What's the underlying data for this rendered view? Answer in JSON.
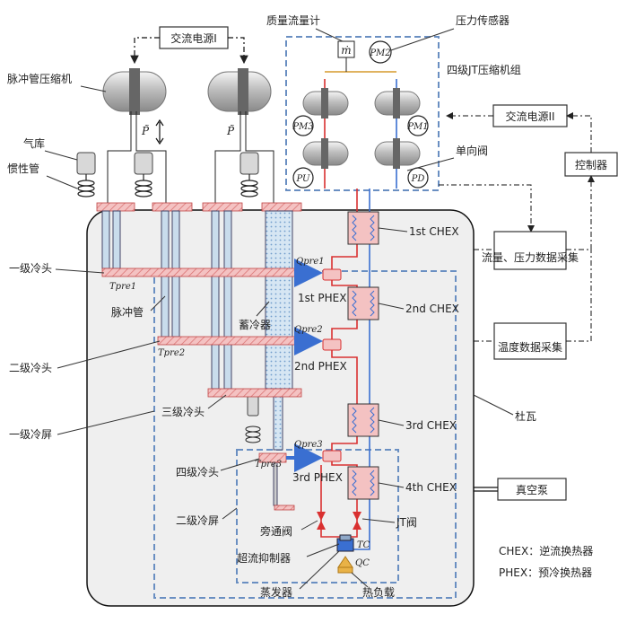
{
  "labels": {
    "ac_power_1": "交流电源I",
    "ac_power_2": "交流电源II",
    "mass_flowmeter": "质量流量计",
    "mass_flow_symbol": "ṁ",
    "pressure_sensor": "压力传感器",
    "pulse_tube_compressor": "脉冲管压缩机",
    "jt_compressor_group": "四级JT压缩机组",
    "check_valve": "单向阀",
    "controller": "控制器",
    "gas_reservoir": "气库",
    "inertance_tube": "惯性管",
    "pressure_wave_1": "P̃",
    "pressure_wave_2": "P̃",
    "pm2": "PM2",
    "pm3": "PM3",
    "pm1": "PM1",
    "pu": "PU",
    "pd": "PD",
    "chex1": "1st CHEX",
    "chex2": "2nd CHEX",
    "chex3": "3rd CHEX",
    "chex4": "4th CHEX",
    "phex1": "1st PHEX",
    "phex2": "2nd PHEX",
    "phex3": "3rd PHEX",
    "qpre1": "Qpre1",
    "qpre2": "Qpre2",
    "qpre3": "Qpre3",
    "tpre1": "Tpre1",
    "tpre2": "Tpre2",
    "tpre3": "Tpre3",
    "stage1_cold_head": "一级冷头",
    "stage2_cold_head": "二级冷头",
    "stage3_cold_head": "三级冷头",
    "stage4_cold_head": "四级冷头",
    "stage1_shield": "一级冷屏",
    "stage2_shield": "二级冷屏",
    "pulse_tube": "脉冲管",
    "regenerator": "蓄冷器",
    "flow_pressure_daq": "流量、压力数据采集",
    "temp_daq": "温度数据采集",
    "dewar": "杜瓦",
    "vacuum_pump": "真空泵",
    "bypass_valve": "旁通阀",
    "jt_valve": "JT阀",
    "superflow_suppressor": "超流抑制器",
    "evaporator": "蒸发器",
    "heat_load": "热负载",
    "tc": "TC",
    "qc": "QC",
    "legend_chex": "CHEX：逆流换热器",
    "legend_phex": "PHEX：预冷换热器"
  },
  "colors": {
    "hot_line": "#d93030",
    "cold_line": "#3a6fd1",
    "dashed_box": "#6a8fc2",
    "cold_head_fill": "#f2b6b6",
    "tube_fill": "#c9dcec",
    "dewar_fill": "#efefef",
    "heat_arrow": "#3a6fd1"
  }
}
